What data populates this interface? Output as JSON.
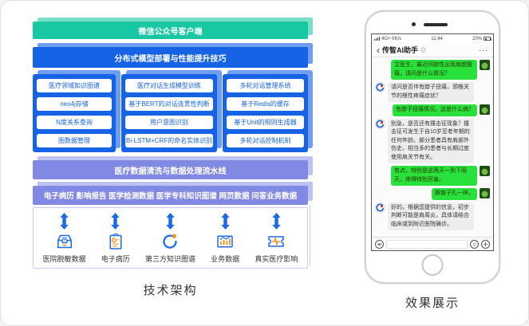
{
  "architecture": {
    "caption": "技术架构",
    "client_bar": "微信公众号客户端",
    "deploy_bar": "分布式模型部署与性能提升技巧",
    "columns": [
      {
        "items": [
          "医疗领域知识图谱",
          "neo4j存储",
          "N度关系查询",
          "图数据管理"
        ]
      },
      {
        "items": [
          "医疗对话生成模型训练",
          "基于BERT的对话连贯性判断",
          "用户意图识别",
          "Bi-LSTM+CRF的命名实体识别"
        ]
      },
      {
        "items": [
          "多轮对话管理系统",
          "基于Redis的缓存",
          "基于Unit的规则生成器",
          "多轮对话控制机制"
        ]
      }
    ],
    "pipeline_bar": "医疗数据清洗与数据处理流水线",
    "datasource_bar": "电子病历 影响报告 医学检测数据 医学专科知识图谱 网页数据 问答业务数据",
    "sources": [
      {
        "icon": "inbox-data-icon",
        "label": "医院脱敏数据"
      },
      {
        "icon": "medical-record-icon",
        "label": "电子病历"
      },
      {
        "icon": "knowledge-graph-icon",
        "label": "第三方知识图谱"
      },
      {
        "icon": "bar-chart-icon",
        "label": "业务数据"
      },
      {
        "icon": "medical-impact-icon",
        "label": "真实医疗影响"
      }
    ]
  },
  "phone": {
    "caption": "效果展示",
    "status": {
      "network": "4G+ 0K/s",
      "time": "11:44",
      "battery": "20%"
    },
    "header": {
      "back": "‹",
      "title": "传智AI助手",
      "menu": "···"
    },
    "messages": [
      {
        "from": "user",
        "text": "艾医生，最近间歇性出现肩膀酸痛，请问是什么情况？"
      },
      {
        "from": "ai",
        "text": "请问是否伴有脖子扭痛，颈椎关节的根性疼痛症状？"
      },
      {
        "from": "user",
        "text": "有脖子扭痛情况，这是什么病？"
      },
      {
        "from": "ai",
        "text": "别急，是否还有撞击征现象？撞击征可发生于自10岁至老年期的任何年龄。部分患者具有肩部外伤史，相当多的患者与长期过度使用肩关节有关。"
      },
      {
        "from": "user",
        "text": "有点，特别是这两天一到下雨天，疼得特别厉害。"
      },
      {
        "from": "user",
        "text": "跟锥子扎一样。"
      },
      {
        "from": "ai",
        "text": "好的，根据您提供的信息，初步判断可能是肩周炎，具体请结合临床或到附近医院确诊。"
      }
    ]
  },
  "colors": {
    "teal_bar": "#17c8a3",
    "blue_bar": "#1663e6",
    "purple_bar": "#8289e4",
    "chat_green": "#2ae03d",
    "icon_blue": "#1b6ae8",
    "icon_orange": "#f5921e"
  }
}
